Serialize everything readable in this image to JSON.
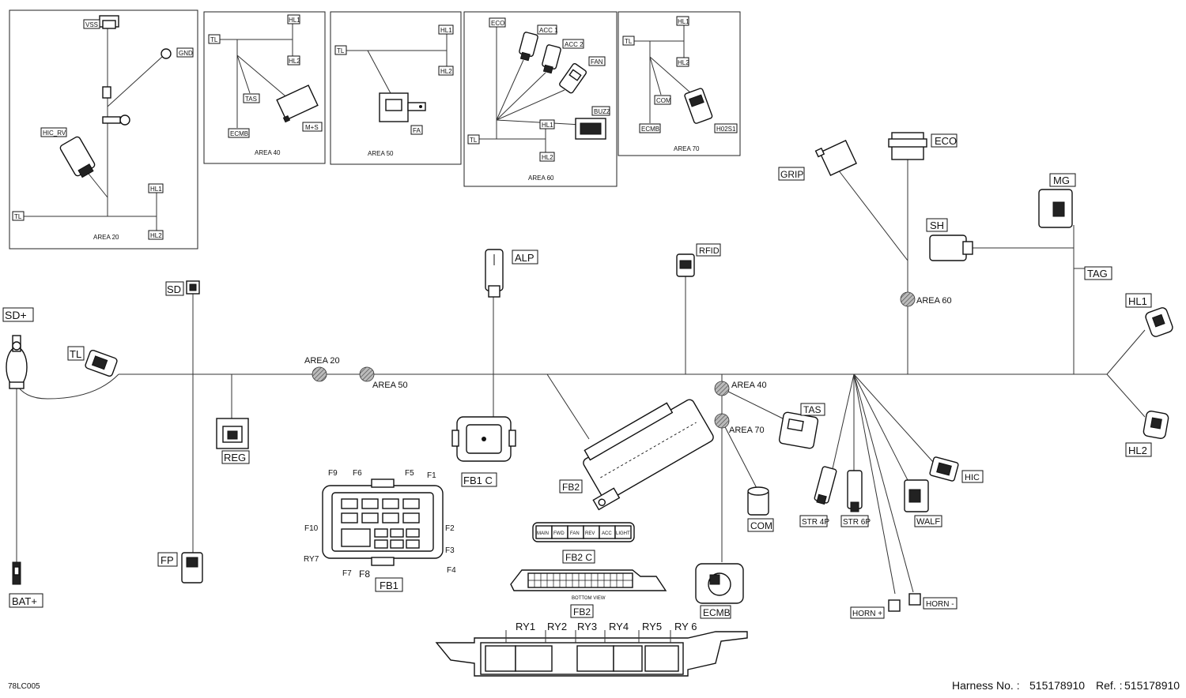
{
  "insets": {
    "area20": {
      "title": "AREA 20",
      "labels": [
        "VSS",
        "GND",
        "HIC_RV",
        "HL1",
        "TL",
        "HL2"
      ]
    },
    "area40": {
      "title": "AREA 40",
      "labels": [
        "HL1",
        "TL",
        "HL2",
        "TAS",
        "ECMB",
        "M+S"
      ]
    },
    "area50": {
      "title": "AREA 50",
      "labels": [
        "HL1",
        "TL",
        "HL2",
        "FA"
      ]
    },
    "area60": {
      "title": "AREA 60",
      "labels": [
        "ECO",
        "ACC 1",
        "ACC 2",
        "FAN",
        "BUZZ",
        "HL1",
        "TL",
        "HL2"
      ]
    },
    "area70": {
      "title": "AREA 70",
      "labels": [
        "HL1",
        "TL",
        "HL2",
        "COM",
        "ECMB",
        "H02S1"
      ]
    }
  },
  "main": {
    "connectors": [
      "SD+",
      "TL",
      "SD",
      "REG",
      "FP",
      "BAT+",
      "ALP",
      "FB1 C",
      "RFID",
      "FB2",
      "GRIP",
      "ECO",
      "MG",
      "SH",
      "TAG",
      "HL1",
      "HL2",
      "TAS",
      "COM",
      "ECMB",
      "STR 4P",
      "STR 6P",
      "WALF",
      "HIC",
      "HORN +",
      "HORN -"
    ],
    "areas": [
      "AREA 20",
      "AREA 50",
      "AREA 40",
      "AREA 70",
      "AREA 60"
    ],
    "fuses": [
      "F9",
      "F6",
      "F5",
      "F1",
      "F10",
      "F2",
      "F3",
      "F4",
      "RY7",
      "F7",
      "F8"
    ],
    "fb1": "FB1",
    "fb2c": "FB2 C",
    "fb2": "FB2",
    "fb2c_cells": [
      "MAIN",
      "FWD",
      "FAN",
      "REV",
      "ACC",
      "LIGHT"
    ],
    "bottom_view": "BOTTOM VIEW",
    "relays": [
      "RY1",
      "RY2",
      "RY3",
      "RY4",
      "RY5",
      "RY 6"
    ]
  },
  "footer": {
    "code": "78LC005",
    "harness_label": "Harness No.  :",
    "harness_no": "515178910",
    "ref_label": "Ref.  :",
    "ref_no": "515178910"
  }
}
